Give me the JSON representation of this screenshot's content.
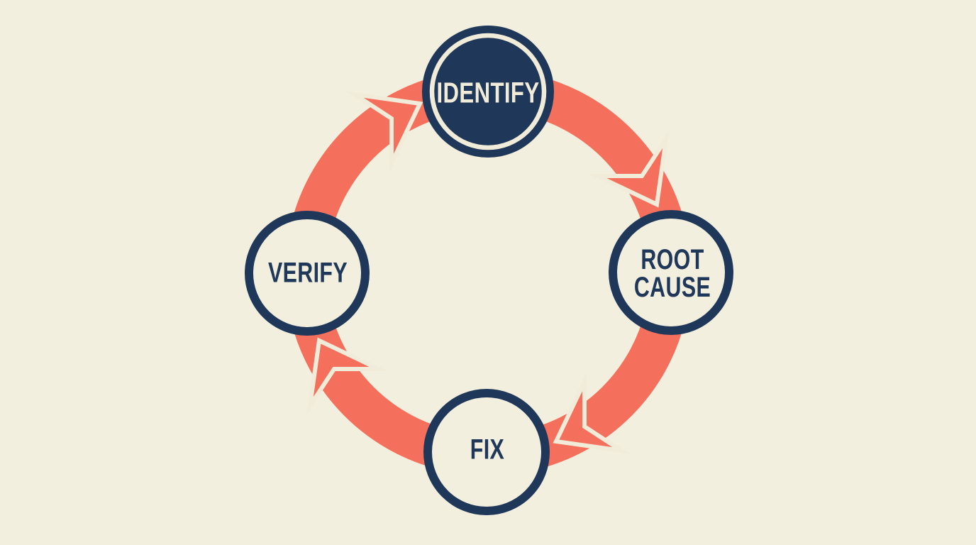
{
  "diagram": {
    "type": "cycle",
    "direction": "clockwise",
    "colors": {
      "background": "#f2efde",
      "arrow": "#f4705c",
      "navy": "#1f3758",
      "cream": "#f1ecd9"
    },
    "nodes": [
      {
        "id": "identify",
        "label": "IDENTIFY",
        "style": "filled-navy-circle-with-cream-ring",
        "position": "top"
      },
      {
        "id": "root-cause",
        "label": "ROOT CAUSE",
        "lines": [
          "ROOT",
          "CAUSE"
        ],
        "style": "outlined-circle",
        "position": "right"
      },
      {
        "id": "fix",
        "label": "FIX",
        "style": "outlined-circle",
        "position": "bottom"
      },
      {
        "id": "verify",
        "label": "VERIFY",
        "style": "outlined-circle",
        "position": "left"
      }
    ],
    "edges": [
      {
        "from": "identify",
        "to": "root-cause"
      },
      {
        "from": "root-cause",
        "to": "fix"
      },
      {
        "from": "fix",
        "to": "verify"
      },
      {
        "from": "verify",
        "to": "identify"
      }
    ]
  }
}
